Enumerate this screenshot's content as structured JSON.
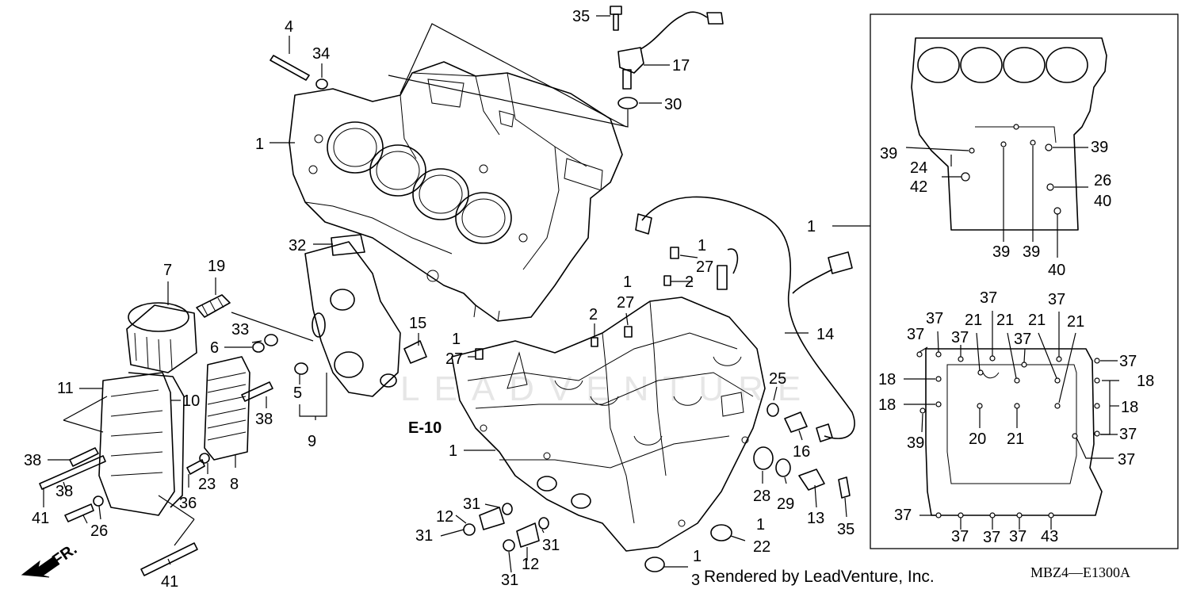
{
  "callouts": {
    "c_4": "4",
    "c_34": "34",
    "c_1_upper": "1",
    "c_35_top": "35",
    "c_17": "17",
    "c_30": "30",
    "c_7": "7",
    "c_19": "19",
    "c_32": "32",
    "c_33": "33",
    "c_6": "6",
    "c_15": "15",
    "c_11": "11",
    "c_10": "10",
    "c_5": "5",
    "c_9": "9",
    "c_38_mid": "38",
    "c_e10": "E-10",
    "c_38_left": "38",
    "c_41_left": "41",
    "c_38_low": "38",
    "c_26_left": "26",
    "c_36": "36",
    "c_23": "23",
    "c_8": "8",
    "c_41_bottom": "41",
    "c_1_lower_a": "1",
    "c_27_a": "27",
    "c_2_a": "2",
    "c_1_lower_b": "1",
    "c_27_b": "27",
    "c_1_lower_c": "1",
    "c_27_c": "27",
    "c_2_b": "2",
    "c_1_lower_d": "1",
    "c_14": "14",
    "c_1_case": "1",
    "c_25": "25",
    "c_16": "16",
    "c_28": "28",
    "c_29": "29",
    "c_13": "13",
    "c_35_bottom": "35",
    "c_1_drain": "1",
    "c_22": "22",
    "c_1_plug": "1",
    "c_3": "3",
    "c_12_a": "12",
    "c_31_a": "31",
    "c_31_b": "31",
    "c_31_c": "31",
    "c_12_b": "12",
    "c_31_d": "31",
    "c_1_right": "1",
    "r_39_a": "39",
    "r_24": "24",
    "r_42": "42",
    "r_39_b": "39",
    "r_26": "26",
    "r_40_a": "40",
    "r_39_c": "39",
    "r_39_d": "39",
    "r_40_b": "40",
    "r_37_a": "37",
    "r_37_b": "37",
    "r_37_c": "37",
    "r_37_d": "37",
    "r_37_e": "37",
    "r_21_a": "21",
    "r_21_b": "21",
    "r_21_c": "21",
    "r_21_d": "21",
    "r_37_f": "37",
    "r_18_a": "18",
    "r_18_b": "18",
    "r_18_c": "18",
    "r_18_d": "18",
    "r_39_e": "39",
    "r_20": "20",
    "r_21_e": "21",
    "r_37_g": "37",
    "r_37_h": "37",
    "r_37_i": "37",
    "r_37_j": "37",
    "r_37_k": "37",
    "r_37_l": "37",
    "r_43": "43"
  },
  "direction_label": "FR.",
  "watermark_text": "LEADVENTURE",
  "credit": "Rendered by LeadVenture, Inc.",
  "diagram_code": "MBZ4—E1300A"
}
